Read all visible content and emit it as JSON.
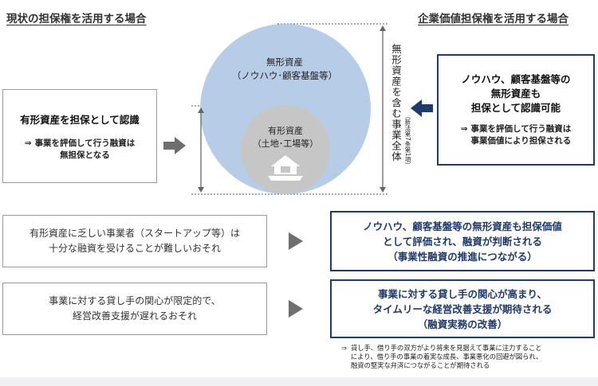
{
  "headings": {
    "left": "現状の担保権を活用する場合",
    "right": "企業価値担保権を活用する場合"
  },
  "left_box": {
    "title": "有形資産を担保として認識",
    "note_mark": "⇒",
    "note_line1": "事業を評価して行う融資は",
    "note_line2": "無担保となる"
  },
  "circle": {
    "intangible_line1": "無形資産",
    "intangible_line2": "（ノウハウ･顧客基盤等）",
    "tangible_line1": "有形資産",
    "tangible_line2": "（土地･工場等）"
  },
  "vertical": {
    "main": "無形資産を含む事業全体",
    "note": "（新法第7条第1項）"
  },
  "right_box": {
    "line1": "ノウハウ、顧客基盤等の",
    "line2": "無形資産も",
    "line3": "担保として認識可能",
    "note_mark": "⇒",
    "note_line1": "事業を評価して行う融資は",
    "note_line2": "事業価値により担保される"
  },
  "rows": [
    {
      "left_line1": "有形資産に乏しい事業者（スタートアップ等）は",
      "left_line2": "十分な融資を受けることが難しいおそれ",
      "right_line1": "ノウハウ、顧客基盤等の無形資産も担保価値",
      "right_line2": "として評価され、融資が判断される",
      "right_line3": "（事業性融資の推進につながる）"
    },
    {
      "left_line1": "事業に対する貸し手の関心が限定的で、",
      "left_line2": "経営改善支援が遅れるおそれ",
      "right_line1": "事業に対する貸し手の関心が高まり、",
      "right_line2": "タイムリーな経営改善支援が期待される",
      "right_line3": "（融資実務の改善）"
    }
  ],
  "footnote": {
    "mark": "⇒",
    "line1": "貸し手、借り手の双方がより将来を見据えて事業に注力すること",
    "line2": "により、借り手の事業の着実な成長、事業悪化の回避が図られ、",
    "line3": "融資の堅実な弁済につながることが期待される"
  },
  "colors": {
    "navy": "#1f3a6b",
    "circle_blue": "#b7cce6",
    "circle_gray": "#c6c6c6",
    "arrow_gray": "#6f6f6f",
    "box_border_gray": "#9a9a9a"
  },
  "icons": [
    "factory-icon",
    "arrow-right-icon",
    "arrow-left-icon",
    "vertical-extent-arrow-icon",
    "play-triangle-icon"
  ]
}
